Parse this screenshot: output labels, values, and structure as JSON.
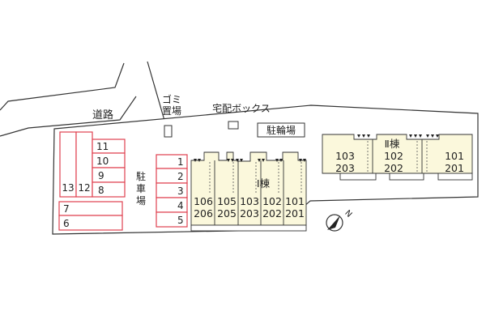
{
  "labels": {
    "road": "道路",
    "garbage_line1": "ゴミ",
    "garbage_line2": "置場",
    "delivery_box": "宅配ボックス",
    "bicycle_parking": "駐輪場",
    "parking_char1": "駐",
    "parking_char2": "車",
    "parking_char3": "場",
    "building1": "Ⅰ棟",
    "building2": "Ⅱ棟"
  },
  "parking": {
    "left_vertical": [
      "13",
      "12"
    ],
    "left_stack": [
      "11",
      "10",
      "9",
      "8"
    ],
    "left_horizontal": [
      "7",
      "6"
    ],
    "center_stack": [
      "1",
      "2",
      "3",
      "4",
      "5"
    ]
  },
  "building1_units": [
    {
      "upper": "106",
      "lower": "206"
    },
    {
      "upper": "105",
      "lower": "205"
    },
    {
      "upper": "103",
      "lower": "203"
    },
    {
      "upper": "102",
      "lower": "202"
    },
    {
      "upper": "101",
      "lower": "201"
    }
  ],
  "building2_units": [
    {
      "upper": "103",
      "lower": "203"
    },
    {
      "upper": "102",
      "lower": "202"
    },
    {
      "upper": "101",
      "lower": "201"
    }
  ],
  "compass": {
    "label": "N",
    "direction": "north-east"
  },
  "colors": {
    "parking_stroke": "#e0414f",
    "building_fill": "#fbf8dc",
    "lot_outline": "#333333"
  }
}
